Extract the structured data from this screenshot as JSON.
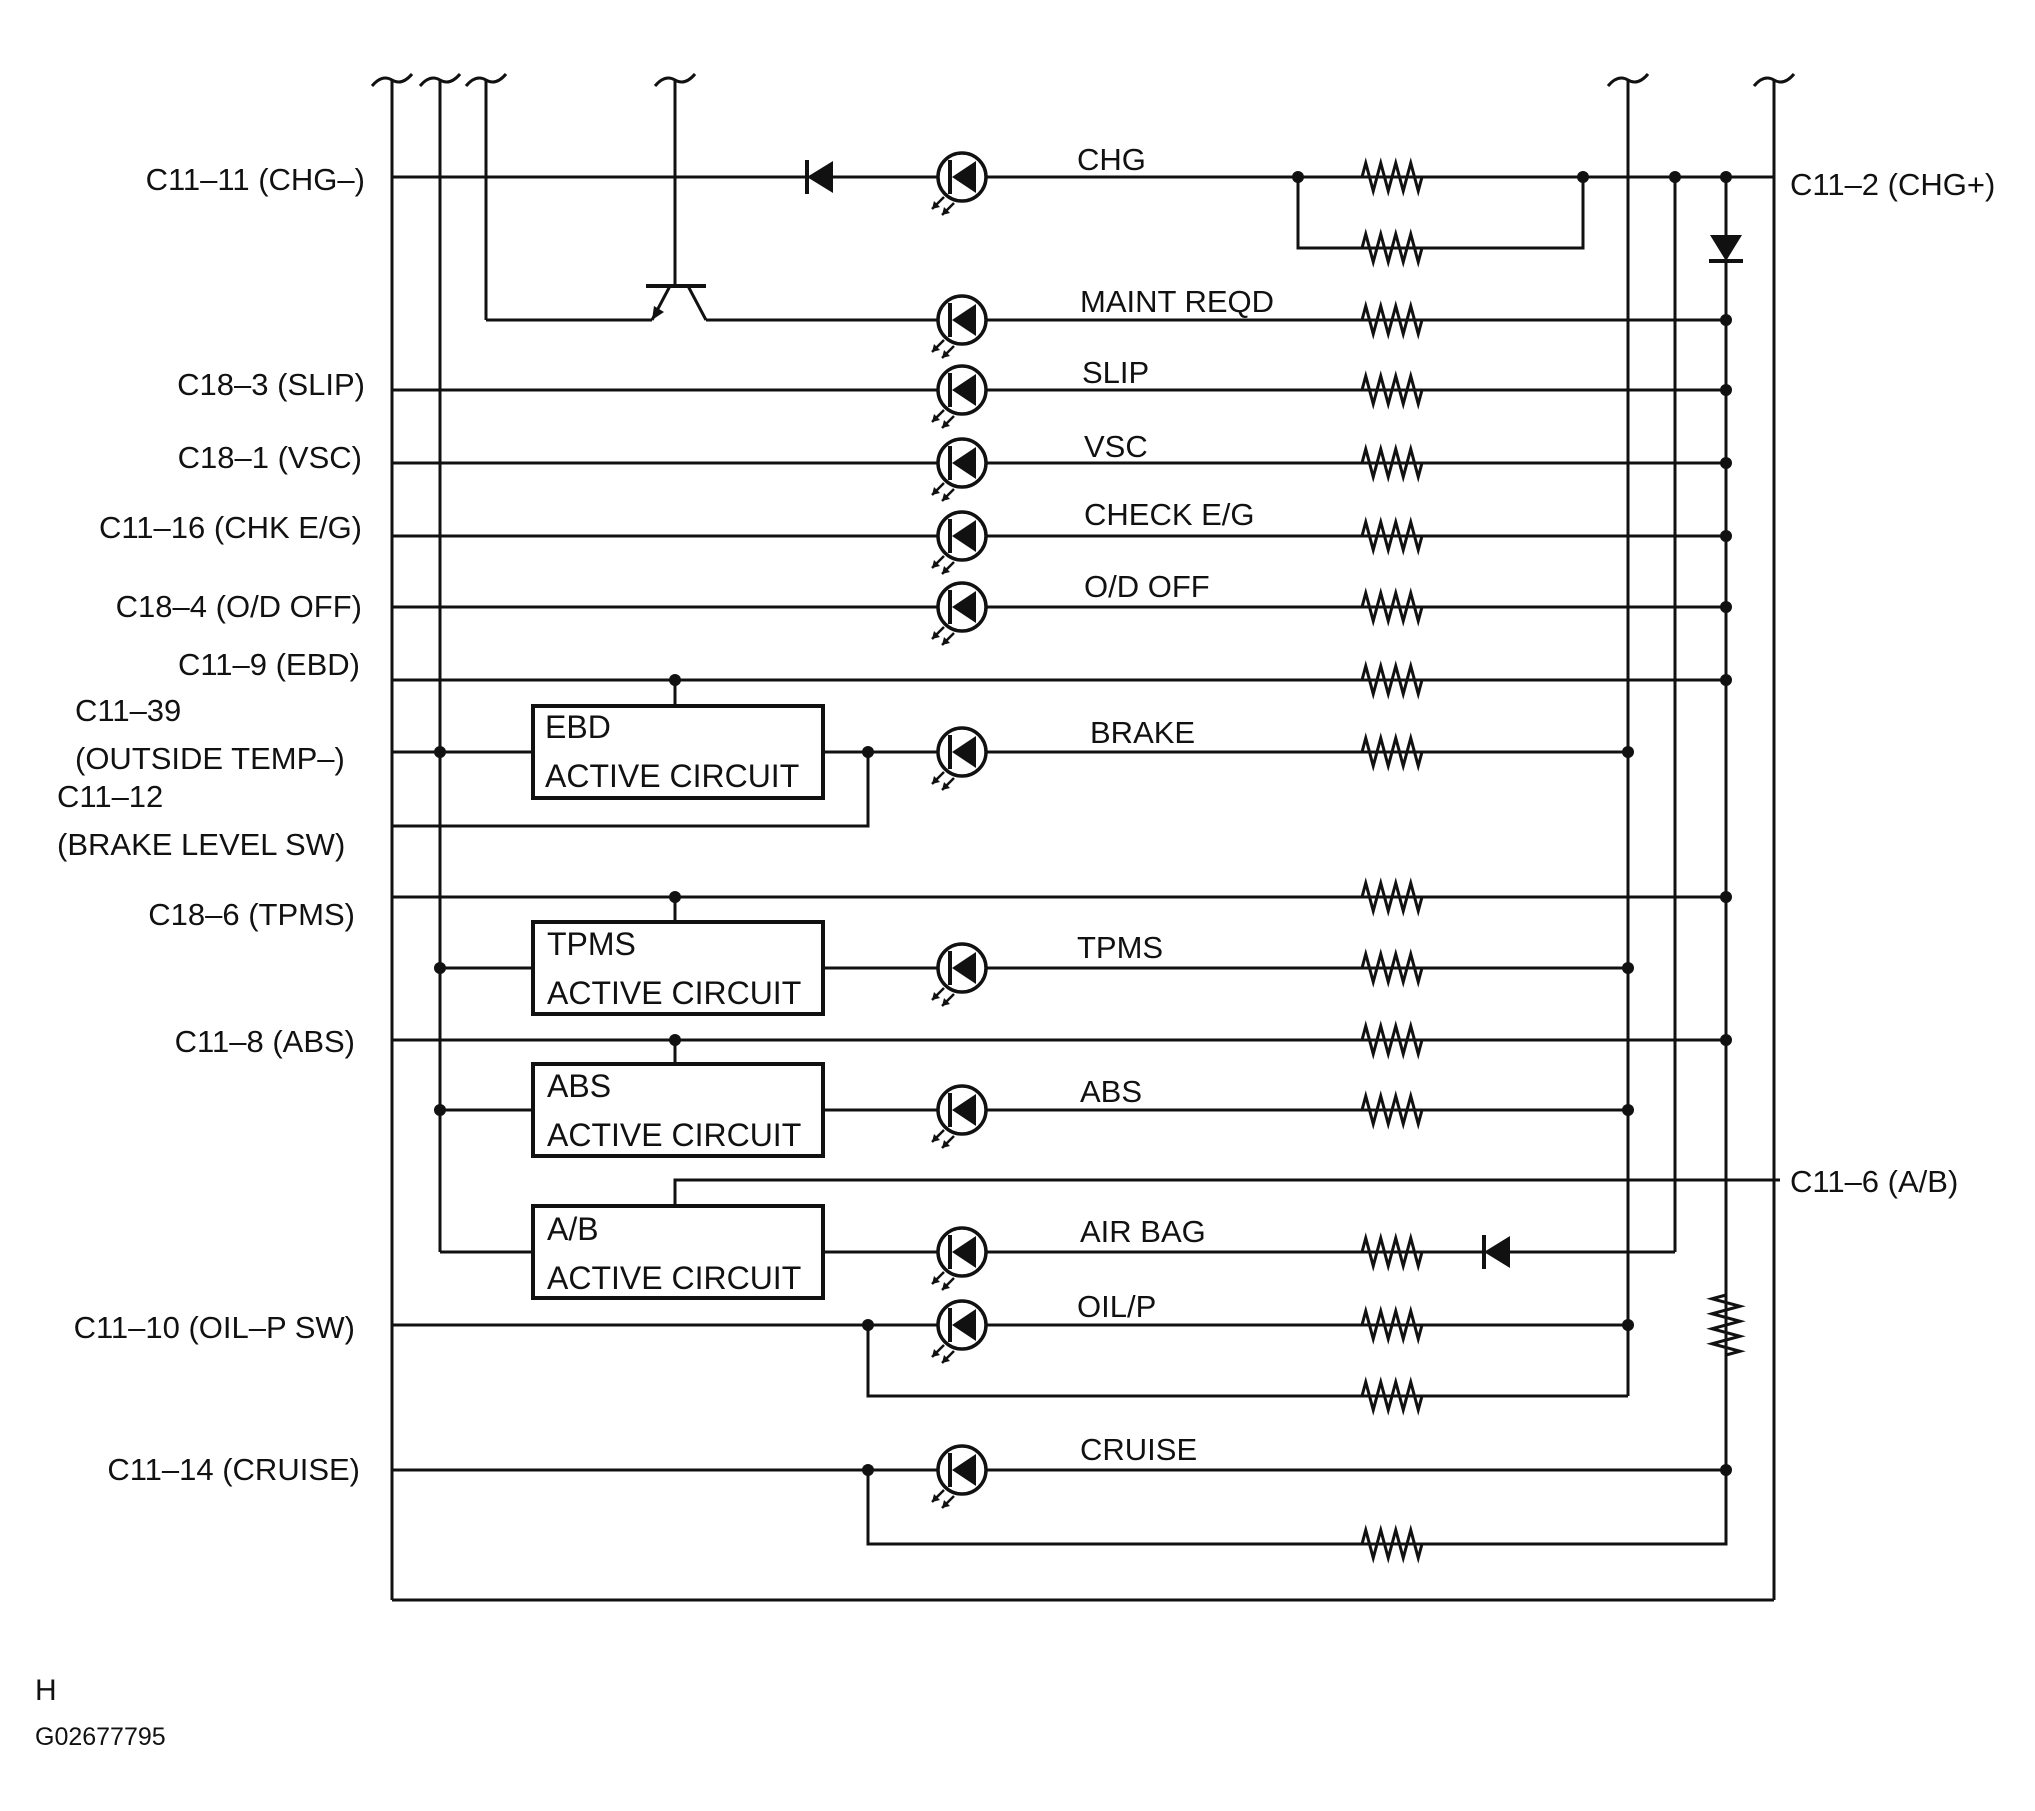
{
  "left_connectors": [
    {
      "id": "chg-minus",
      "text": "C11–11 (CHG–)"
    },
    {
      "id": "slip",
      "text": "C18–3 (SLIP)"
    },
    {
      "id": "vsc",
      "text": "C18–1 (VSC)"
    },
    {
      "id": "chk-eg",
      "text": "C11–16 (CHK E/G)"
    },
    {
      "id": "od-off",
      "text": "C18–4 (O/D OFF)"
    },
    {
      "id": "ebd",
      "text": "C11–9 (EBD)"
    },
    {
      "id": "outside-temp-1",
      "text": "C11–39"
    },
    {
      "id": "outside-temp-2",
      "text": "(OUTSIDE TEMP–)"
    },
    {
      "id": "brake-level-1",
      "text": "C11–12"
    },
    {
      "id": "brake-level-2",
      "text": "(BRAKE LEVEL SW)"
    },
    {
      "id": "tpms",
      "text": "C18–6 (TPMS)"
    },
    {
      "id": "abs",
      "text": "C11–8 (ABS)"
    },
    {
      "id": "oil-p",
      "text": "C11–10 (OIL–P SW)"
    },
    {
      "id": "cruise",
      "text": "C11–14 (CRUISE)"
    }
  ],
  "right_connectors": [
    {
      "id": "chg-plus",
      "text": "C11–2 (CHG+)"
    },
    {
      "id": "ab",
      "text": "C11–6 (A/B)"
    }
  ],
  "indicators": [
    {
      "id": "chg",
      "text": "CHG"
    },
    {
      "id": "maint",
      "text": "MAINT REQD"
    },
    {
      "id": "slip",
      "text": "SLIP"
    },
    {
      "id": "vsc",
      "text": "VSC"
    },
    {
      "id": "check-eg",
      "text": "CHECK E/G"
    },
    {
      "id": "od-off",
      "text": "O/D OFF"
    },
    {
      "id": "brake",
      "text": "BRAKE"
    },
    {
      "id": "tpms",
      "text": "TPMS"
    },
    {
      "id": "abs",
      "text": "ABS"
    },
    {
      "id": "air-bag",
      "text": "AIR BAG"
    },
    {
      "id": "oil-p",
      "text": "OIL/P"
    },
    {
      "id": "cruise",
      "text": "CRUISE"
    }
  ],
  "circuit_boxes": [
    {
      "id": "ebd",
      "line1": "EBD",
      "line2": "ACTIVE CIRCUIT"
    },
    {
      "id": "tpms",
      "line1": "TPMS",
      "line2": "ACTIVE CIRCUIT"
    },
    {
      "id": "abs",
      "line1": "ABS",
      "line2": "ACTIVE CIRCUIT"
    },
    {
      "id": "ab",
      "line1": "A/B",
      "line2": "ACTIVE CIRCUIT"
    }
  ],
  "footer": {
    "letter": "H",
    "figure_id": "G02677795"
  }
}
